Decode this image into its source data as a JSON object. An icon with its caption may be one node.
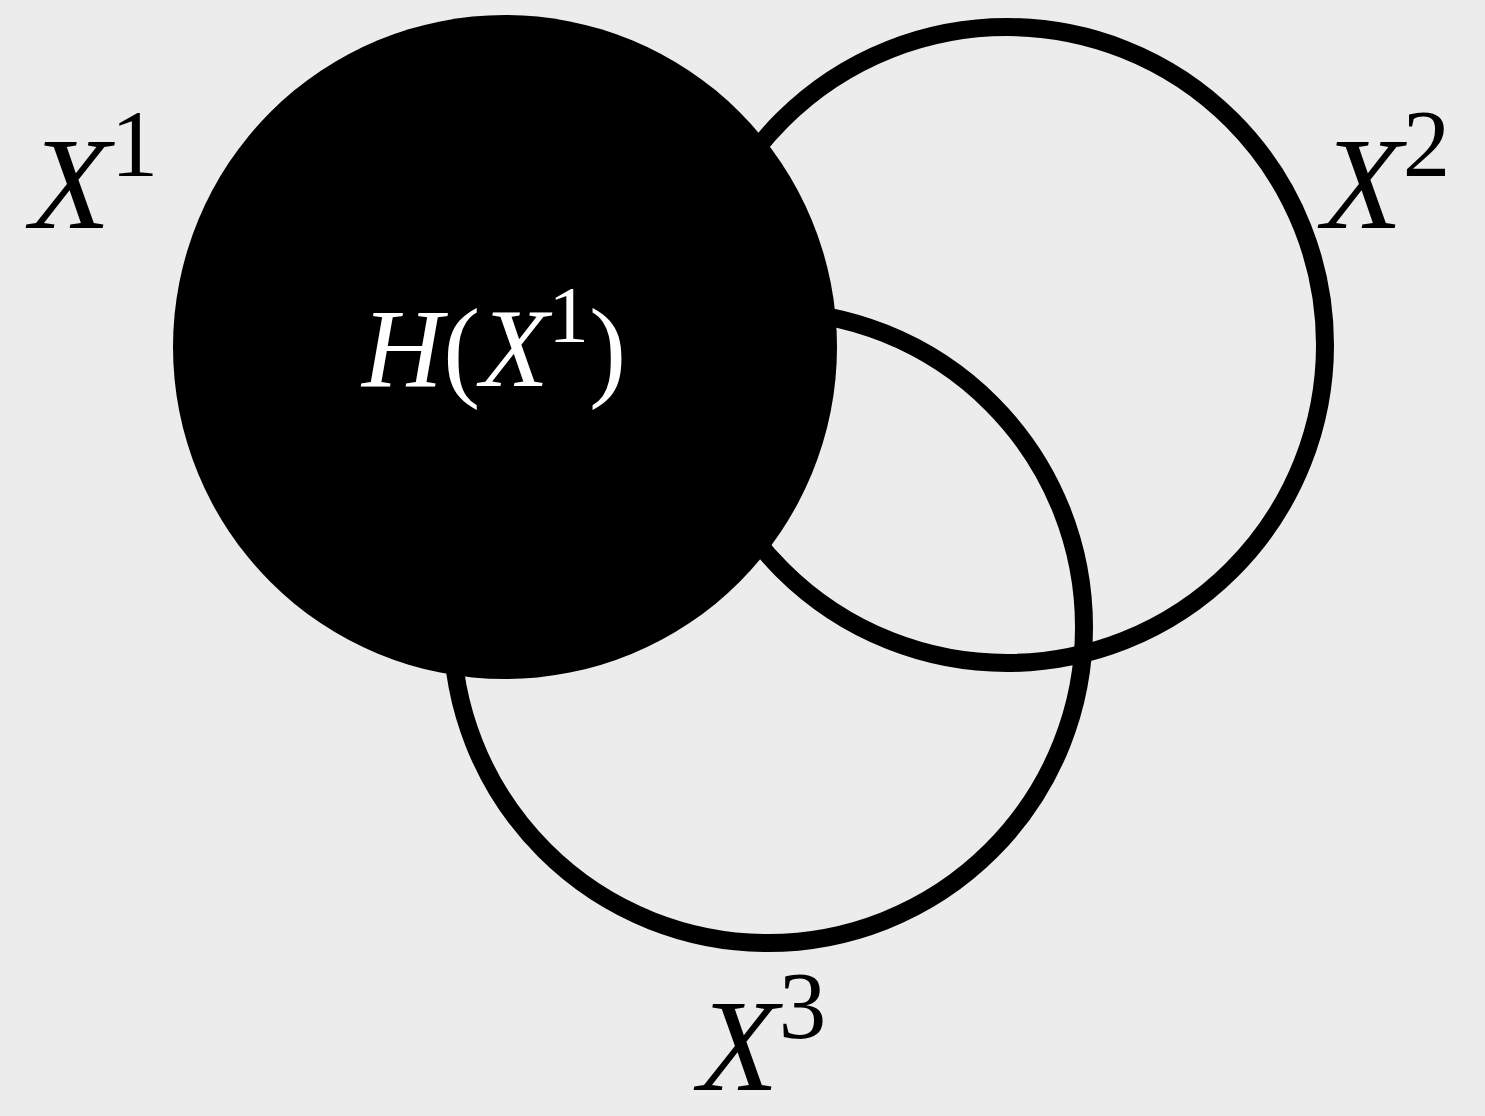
{
  "diagram": {
    "nodes": [
      {
        "text": [
          "*X*$^{1}$",
          "*H*(*X*$^{1}$)"
        ]
      },
      {
        "text": [
          "*X*$^{2}$"
        ]
      },
      {
        "text": [
          "*X*$^{3}$"
        ]
      }
    ],
    "edges": []
  }
}
